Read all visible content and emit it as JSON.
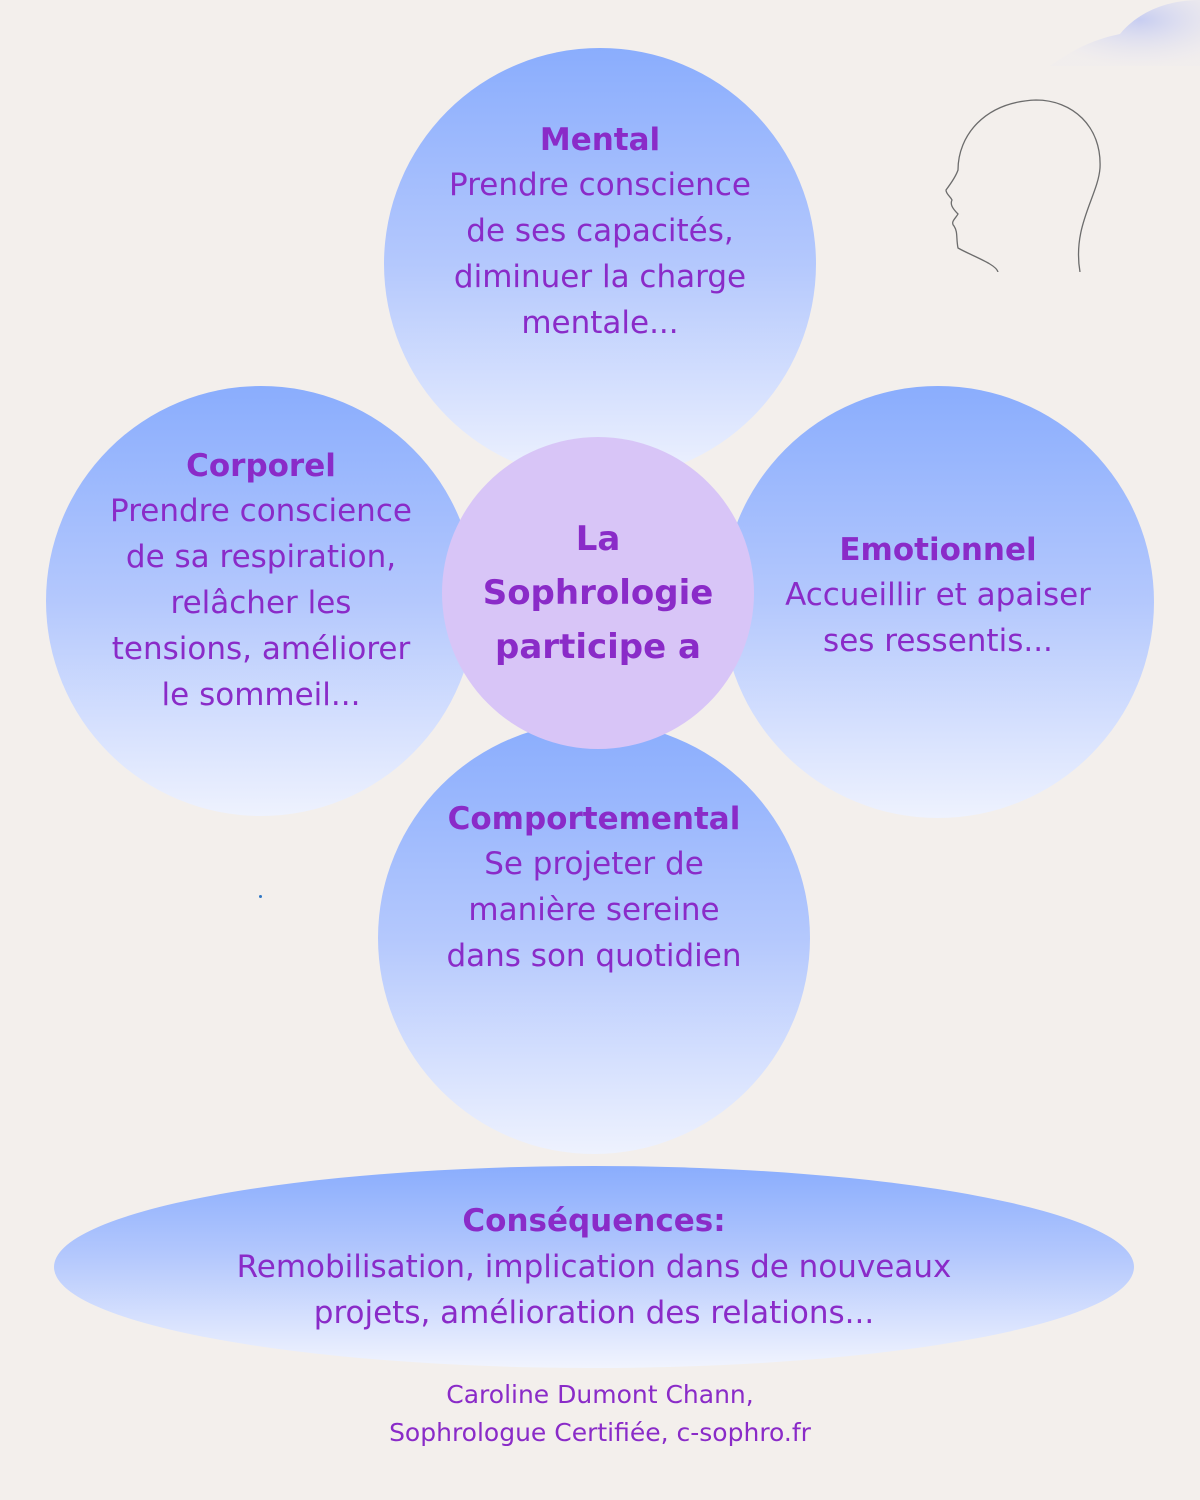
{
  "center": {
    "text": "La\nSophrologie\nparticipe a"
  },
  "mental": {
    "title": "Mental",
    "desc": "Prendre conscience\nde ses capacités,\ndiminuer la charge\nmentale..."
  },
  "corporel": {
    "title": "Corporel",
    "desc": "Prendre conscience\nde sa respiration,\nrelâcher les\ntensions, améliorer\nle sommeil..."
  },
  "emotionnel": {
    "title": "Emotionnel",
    "desc": "Accueillir et apaiser\nses ressentis..."
  },
  "comportemental": {
    "title": "Comportemental",
    "desc": "Se projeter de\nmanière sereine\ndans son quotidien"
  },
  "consequences": {
    "title": "Conséquences:",
    "desc": "Remobilisation, implication dans de nouveaux\nprojets, amélioration des relations..."
  },
  "footer": {
    "line1": "Caroline Dumont Chann,",
    "line2": "Sophrologue Certifiée, c-sophro.fr"
  },
  "colors": {
    "background": "#f3efec",
    "text": "#8a2bc8",
    "circle_top": "#8aadfd",
    "center": "#d8c5f7"
  },
  "icons": [
    "head-profile-icon",
    "cloud-decoration-icon"
  ]
}
